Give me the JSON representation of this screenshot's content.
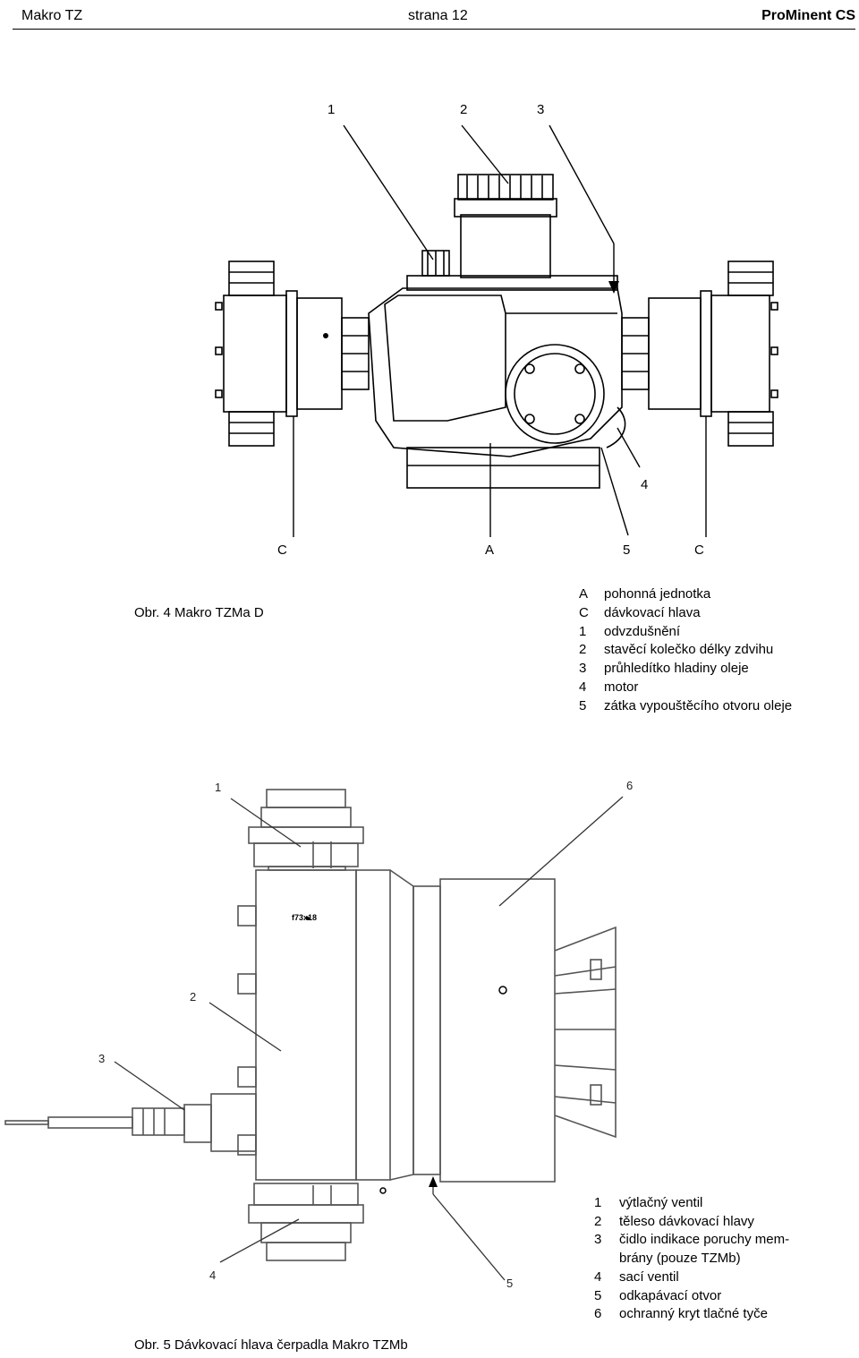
{
  "header": {
    "left": "Makro TZ",
    "center": "strana 12",
    "right": "ProMinent CS"
  },
  "figure4": {
    "top_callouts": [
      "1",
      "2",
      "3"
    ],
    "callout_4": "4",
    "bottom_callouts": [
      "C",
      "A",
      "5",
      "C"
    ],
    "caption": "Obr. 4  Makro TZMa D",
    "legend": [
      {
        "key": "A",
        "text": "pohonná jednotka"
      },
      {
        "key": "C",
        "text": "dávkovací hlava"
      },
      {
        "key": "1",
        "text": "odvzdušnění"
      },
      {
        "key": "2",
        "text": "stavěcí kolečko délky zdvihu"
      },
      {
        "key": "3",
        "text": "průhledítko hladiny oleje"
      },
      {
        "key": "4",
        "text": "motor"
      },
      {
        "key": "5",
        "text": "zátka vypouštěcího otvoru oleje"
      }
    ]
  },
  "figure5": {
    "callouts": [
      "1",
      "6",
      "2",
      "3",
      "4",
      "5"
    ],
    "engraving": "f73x18",
    "caption": "Obr. 5  Dávkovací hlava čerpadla Makro TZMb",
    "legend": [
      {
        "key": "1",
        "text": "výtlačný ventil"
      },
      {
        "key": "2",
        "text": "těleso dávkovací hlavy"
      },
      {
        "key": "3",
        "text": "čidlo indikace poruchy mem-"
      },
      {
        "key": "",
        "text": "brány (pouze TZMb)"
      },
      {
        "key": "4",
        "text": "sací ventil"
      },
      {
        "key": "5",
        "text": "odkapávací otvor"
      },
      {
        "key": "6",
        "text": "ochranný kryt tlačné tyče"
      }
    ]
  }
}
